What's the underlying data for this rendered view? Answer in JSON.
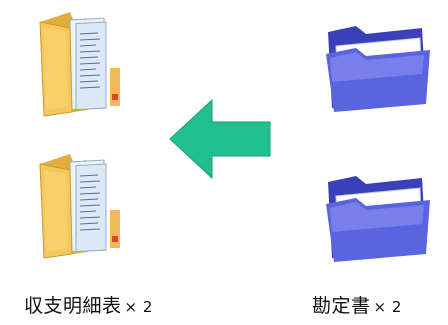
{
  "left_group": {
    "caption": "収支明細表",
    "multiplier": "× 2",
    "icon": "folder-with-documents-icon",
    "folder_color": "#f3c45a"
  },
  "right_group": {
    "caption": "勘定書",
    "multiplier": "× 2",
    "icon": "blue-folder-icon",
    "folder_color": "#5a63e0"
  },
  "arrow": {
    "icon": "arrow-left-icon",
    "direction": "left",
    "color": "#22c08e"
  }
}
